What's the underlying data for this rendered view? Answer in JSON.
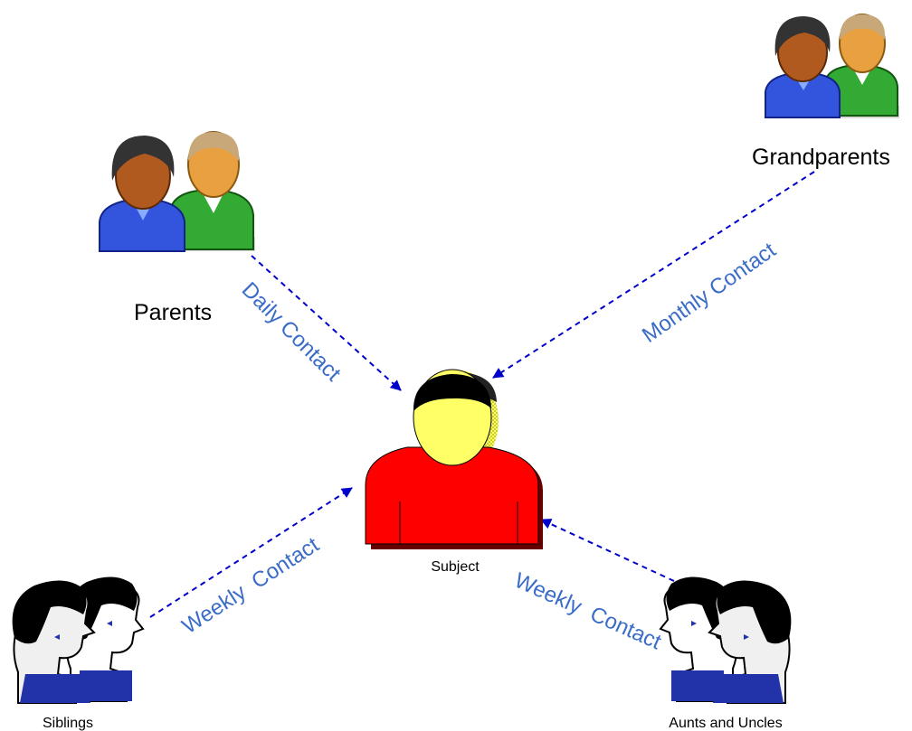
{
  "colors": {
    "arrow": "#0000cc",
    "edge_label": "#3a6cc8",
    "subject_body": "#ff0000",
    "subject_face": "#ffff66",
    "hair": "#000000",
    "shirt": "#2233aa"
  },
  "nodes": {
    "subject": {
      "label": "Subject",
      "icon": "person-icon"
    },
    "parents": {
      "label": "Parents",
      "icon": "couple-icon"
    },
    "grandparents": {
      "label": "Grandparents",
      "icon": "couple-icon"
    },
    "siblings": {
      "label": "Siblings",
      "icon": "two-heads-icon"
    },
    "aunts_uncles": {
      "label": "Aunts and Uncles",
      "icon": "two-heads-icon"
    }
  },
  "edges": {
    "parents": {
      "label": "Daily Contact"
    },
    "grandparents": {
      "label": "Monthly Contact"
    },
    "siblings": {
      "label": "Weekly  Contact"
    },
    "aunts_uncles": {
      "label": "Weekly  Contact"
    }
  }
}
